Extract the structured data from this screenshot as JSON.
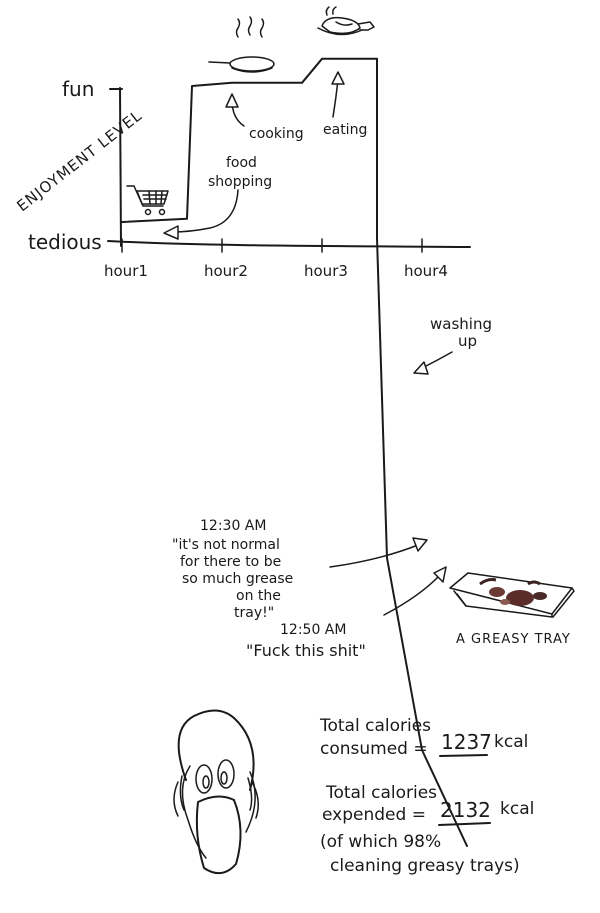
{
  "chart_data": {
    "type": "line",
    "title": "",
    "xlabel": "",
    "ylabel": "ENJOYMENT LEVEL",
    "y_axis_labels": {
      "high": "fun",
      "low": "tedious"
    },
    "x_tick_labels": [
      "hour1",
      "hour2",
      "hour3",
      "hour4"
    ],
    "grid": false,
    "series": [
      {
        "points": [
          {
            "x": 0.0,
            "y": 0.1
          },
          {
            "x": 0.65,
            "y": 0.12
          },
          {
            "x": 0.7,
            "y": 0.95
          },
          {
            "x": 1.1,
            "y": 0.97
          },
          {
            "x": 1.8,
            "y": 0.97
          },
          {
            "x": 2.0,
            "y": 1.12
          },
          {
            "x": 2.55,
            "y": 1.12
          },
          {
            "x": 2.55,
            "y": 0.0
          },
          {
            "x": 2.65,
            "y": -2.0
          },
          {
            "x": 3.0,
            "y": -3.2
          },
          {
            "x": 3.45,
            "y": -3.8
          }
        ]
      }
    ],
    "annotations": [
      {
        "name": "food-shopping",
        "text": [
          "food",
          "shopping"
        ]
      },
      {
        "name": "cooking",
        "text": [
          "cooking"
        ]
      },
      {
        "name": "eating",
        "text": [
          "eating"
        ]
      },
      {
        "name": "washing-up",
        "text": [
          "washing",
          "up"
        ]
      },
      {
        "name": "quote-1230",
        "text": [
          "12:30 AM",
          "\"it's not normal",
          "for there to be",
          "so much grease",
          "on the",
          "tray!\""
        ]
      },
      {
        "name": "quote-1250",
        "text": [
          "12:50 AM",
          "\"Fuck this shit\""
        ]
      },
      {
        "name": "greasy-tray",
        "text": [
          "A GREASY TRAY"
        ]
      }
    ]
  },
  "calories": {
    "consumed": {
      "label_line1": "Total calories",
      "label_line2": "consumed =",
      "value": "1237",
      "unit": "kcal"
    },
    "expended": {
      "label_line1": "Total calories",
      "label_line2": "expended =",
      "value": "2132",
      "unit": "kcal",
      "note_line1": "(of which 98%",
      "note_line2": "cleaning greasy trays)"
    }
  },
  "icons": [
    "shopping-cart-icon",
    "frying-pan-icon",
    "roast-chicken-icon",
    "greasy-tray-icon",
    "screaming-face-icon"
  ]
}
